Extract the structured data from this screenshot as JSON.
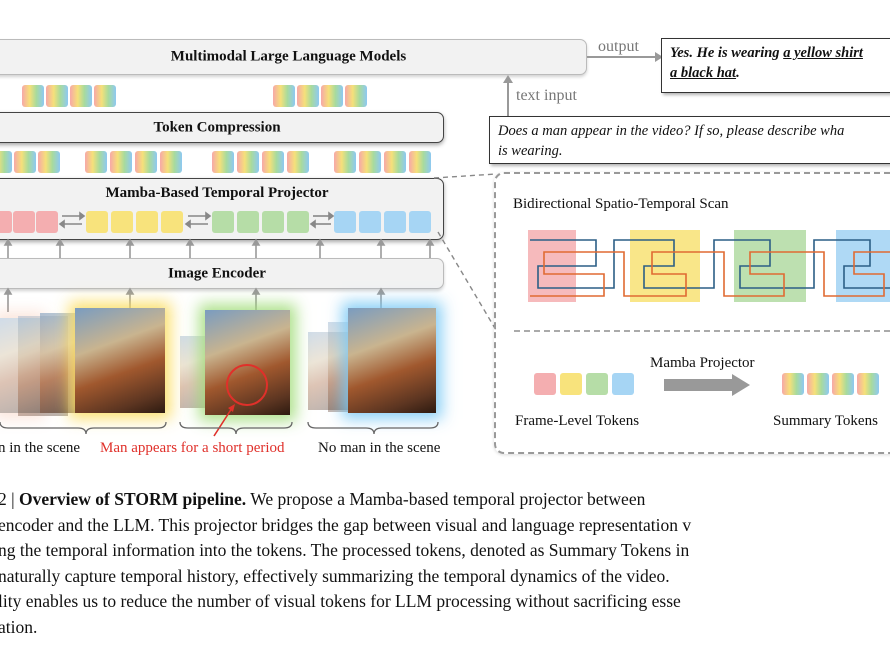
{
  "figure": {
    "mllm_label": "Multimodal Large Language Models",
    "token_compression_label": "Token Compression",
    "mamba_projector_label": "Mamba-Based Temporal Projector",
    "image_encoder_label": "Image Encoder",
    "output_label": "output",
    "text_input_label": "text input",
    "answer_prefix": "Yes. He is wearing ",
    "answer_underlined_1": "a yellow shirt",
    "answer_underlined_2": "a black hat",
    "answer_suffix": ".",
    "question_line_1": "Does a man appear in the video? If so, please describe wha",
    "question_line_2": "is wearing.",
    "scan_title": "Bidirectional Spatio-Temporal Scan",
    "mamba_projector_small": "Mamba Projector",
    "frame_level_tokens": "Frame-Level Tokens",
    "summary_tokens": "Summary Tokens",
    "scene_label_1": "n in the scene",
    "scene_label_2": "Man appears for a short period",
    "scene_label_3": "No man in the scene",
    "colors": {
      "red_text": "#e0302a",
      "token_red": "#f4aeb0",
      "token_yellow": "#f8e37c",
      "token_green": "#b6dda7",
      "token_blue": "#a6d5f4"
    }
  },
  "caption": {
    "line1_prefix": "2 | ",
    "line1_bold": "Overview of STORM pipeline.",
    "line1_rest": " We propose a Mamba-based temporal projector between",
    "line2": "encoder and the LLM. This projector bridges the gap between visual and language representation v",
    "line3": "ng the temporal information into the tokens. The processed tokens, denoted as Summary Tokens in",
    "line4": " naturally capture temporal history, effectively summarizing the temporal dynamics of the video.",
    "line5": "lity enables us to reduce the number of visual tokens for LLM processing without sacrificing esse",
    "line6": "ation."
  }
}
